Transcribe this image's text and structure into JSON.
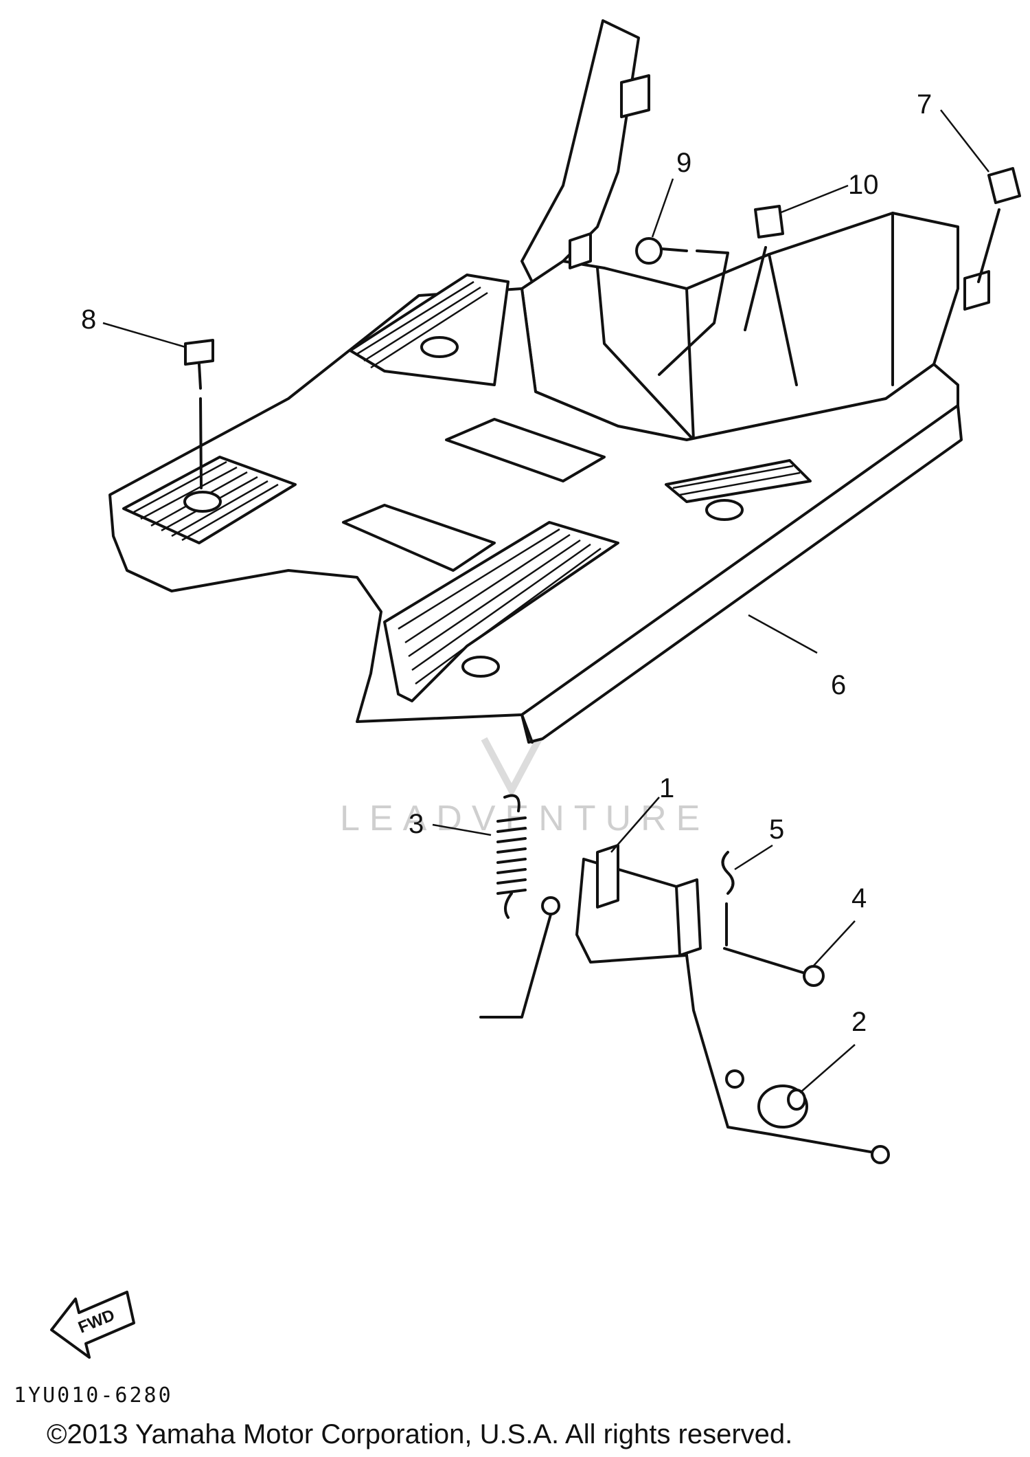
{
  "callouts": [
    {
      "id": "1",
      "label": "1"
    },
    {
      "id": "2",
      "label": "2"
    },
    {
      "id": "3",
      "label": "3"
    },
    {
      "id": "4",
      "label": "4"
    },
    {
      "id": "5",
      "label": "5"
    },
    {
      "id": "6",
      "label": "6"
    },
    {
      "id": "7",
      "label": "7"
    },
    {
      "id": "8",
      "label": "8"
    },
    {
      "id": "9",
      "label": "9"
    },
    {
      "id": "10",
      "label": "10"
    }
  ],
  "fwd_label": "FWD",
  "diagram_code": "1YU010-6280",
  "copyright": "©2013 Yamaha Motor Corporation, U.S.A. All rights reserved.",
  "watermark": "LEADVENTURE",
  "colors": {
    "ink": "#111111",
    "background": "#ffffff",
    "watermark": "#cfcfcf"
  }
}
